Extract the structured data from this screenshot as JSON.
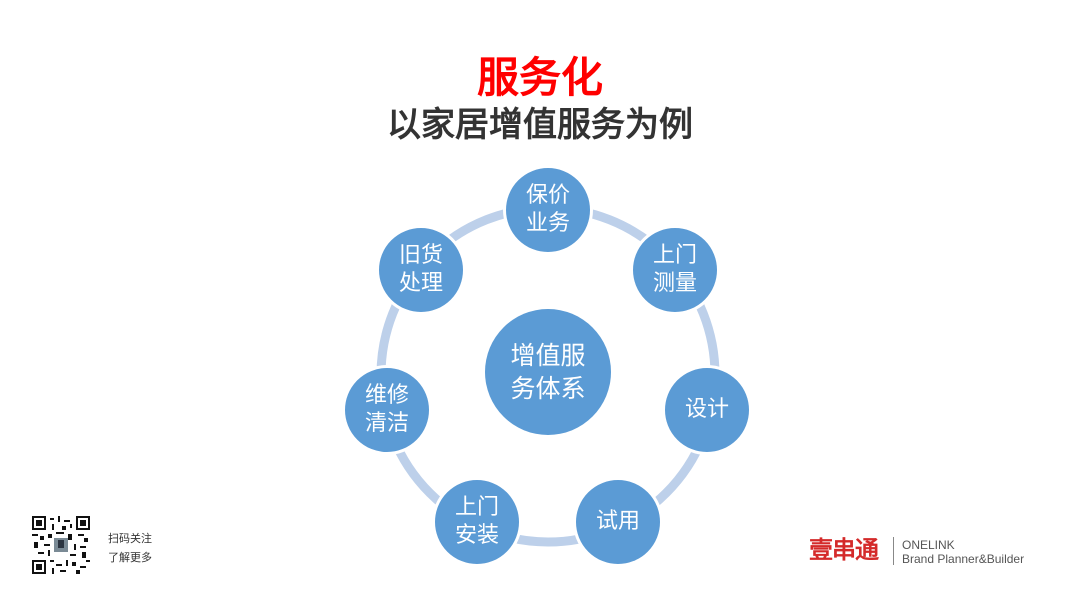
{
  "title": "服务化",
  "subtitle": "以家居增值服务为例",
  "diagram": {
    "center": "增值服\n务体系",
    "nodes": [
      {
        "label": "保价\n业务"
      },
      {
        "label": "上门\n测量"
      },
      {
        "label": "设计"
      },
      {
        "label": "试用"
      },
      {
        "label": "上门\n安装"
      },
      {
        "label": "维修\n清洁"
      },
      {
        "label": "旧货\n处理"
      }
    ],
    "colors": {
      "node": "#5b9bd5",
      "ring": "#bdd0ea"
    }
  },
  "footer": {
    "qr_line1": "扫码关注",
    "qr_line2": "了解更多",
    "brand_cn": "壹串通",
    "brand_en_line1": "ONELINK",
    "brand_en_line2": "Brand Planner&Builder"
  }
}
